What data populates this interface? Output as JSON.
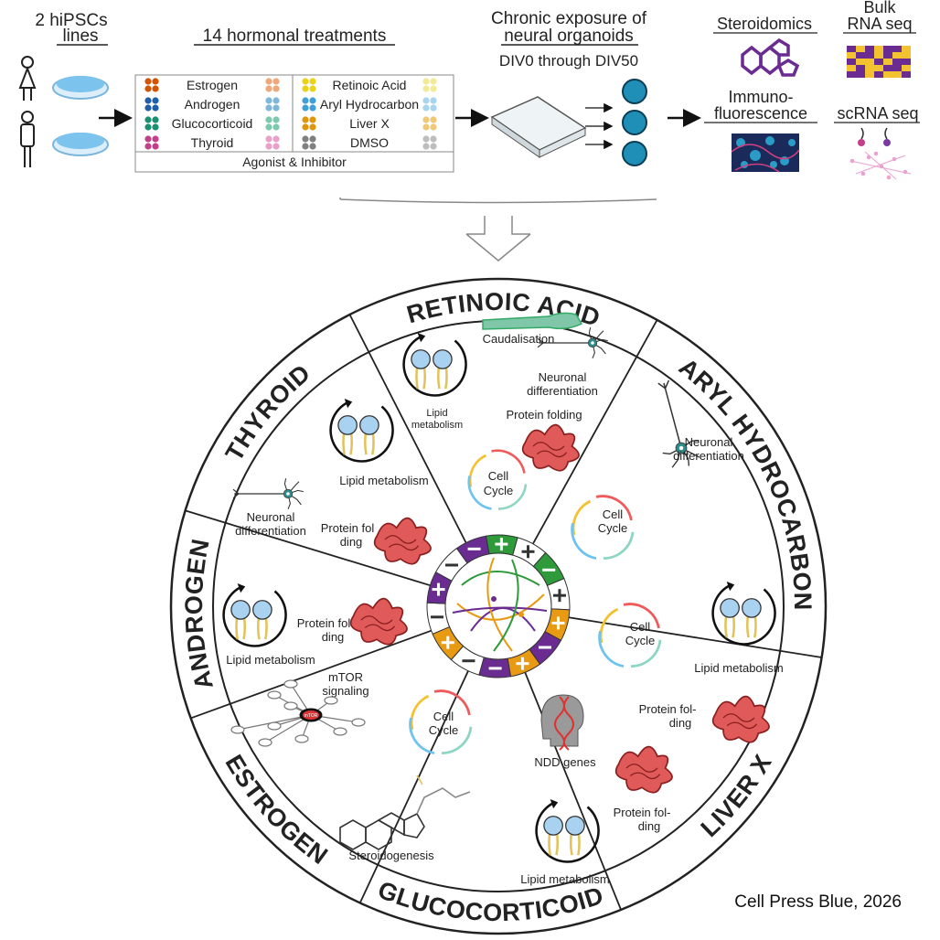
{
  "header": {
    "lines_title": [
      "2 hiPSCs",
      "lines"
    ],
    "treatments_title": "14 hormonal treatments",
    "exposure_title": [
      "Chronic exposure of",
      "neural organoids"
    ],
    "exposure_subtitle": "DIV0 through DIV50",
    "outputs": {
      "steroidomics": "Steroidomics",
      "bulk": [
        "Bulk",
        "RNA seq"
      ],
      "immuno": [
        "Immuno-",
        "fluorescence"
      ],
      "scrna": "scRNA seq"
    }
  },
  "treatments": {
    "left": [
      {
        "label": "Estrogen",
        "color": "#d35400",
        "light": "#f0a87a"
      },
      {
        "label": "Androgen",
        "color": "#1f5ea8",
        "light": "#7fb6dc"
      },
      {
        "label": "Glucocorticoid",
        "color": "#1a9070",
        "light": "#7cc9b0"
      },
      {
        "label": "Thyroid",
        "color": "#c2408a",
        "light": "#eaa0c8"
      }
    ],
    "right": [
      {
        "label": "Retinoic Acid",
        "color": "#e8d21a",
        "light": "#f3ea95"
      },
      {
        "label": "Aryl Hydrocarbon",
        "color": "#3fa0d8",
        "light": "#a7d4ee"
      },
      {
        "label": "Liver X",
        "color": "#e0960a",
        "light": "#f0c878"
      },
      {
        "label": "DMSO",
        "color": "#808080",
        "light": "#bdbdbd"
      }
    ],
    "footer": "Agonist & Inhibitor"
  },
  "wheel": {
    "sectors": [
      {
        "name": "RETINOIC ACID",
        "labels": [
          "Caudalisation",
          "Neuronal",
          "differentiation",
          "Lipid",
          "metabolism",
          "Protein folding",
          "Cell",
          "Cycle"
        ]
      },
      {
        "name": "ARYL HYDROCARBON",
        "labels": [
          "Neuronal",
          "differentiation",
          "Cell",
          "Cycle"
        ]
      },
      {
        "name": "LIVER X",
        "labels": [
          "Cell",
          "Cycle",
          "Lipid metabolism",
          "Protein fol-",
          "ding"
        ]
      },
      {
        "name": "GLUCOCORTICOID",
        "labels": [
          "NDD genes",
          "Protein fol-",
          "ding",
          "Lipid metabolism"
        ]
      },
      {
        "name": "ESTROGEN",
        "labels": [
          "Cell",
          "Cycle",
          "Steroidogenesis"
        ]
      },
      {
        "name": "ANDROGEN",
        "labels": [
          "Lipid metabolism",
          "Protein fol",
          "ding",
          "mTOR",
          "signaling",
          "mTOR"
        ]
      },
      {
        "name": "THYROID",
        "labels": [
          "Lipid metabolism",
          "Neuronal",
          "differentiation",
          "Protein fol",
          "ding"
        ]
      }
    ]
  },
  "colors": {
    "lipid_head": "#a9d2f0",
    "lipid_tail": "#f2dc86",
    "protein": "#e05a5a",
    "neuron": "#2e8b8b",
    "purple": "#6a2c91",
    "orange": "#e89a12",
    "green": "#2e9a3a",
    "cyan": "#27a9c9"
  },
  "credit": "Cell Press Blue, 2026"
}
